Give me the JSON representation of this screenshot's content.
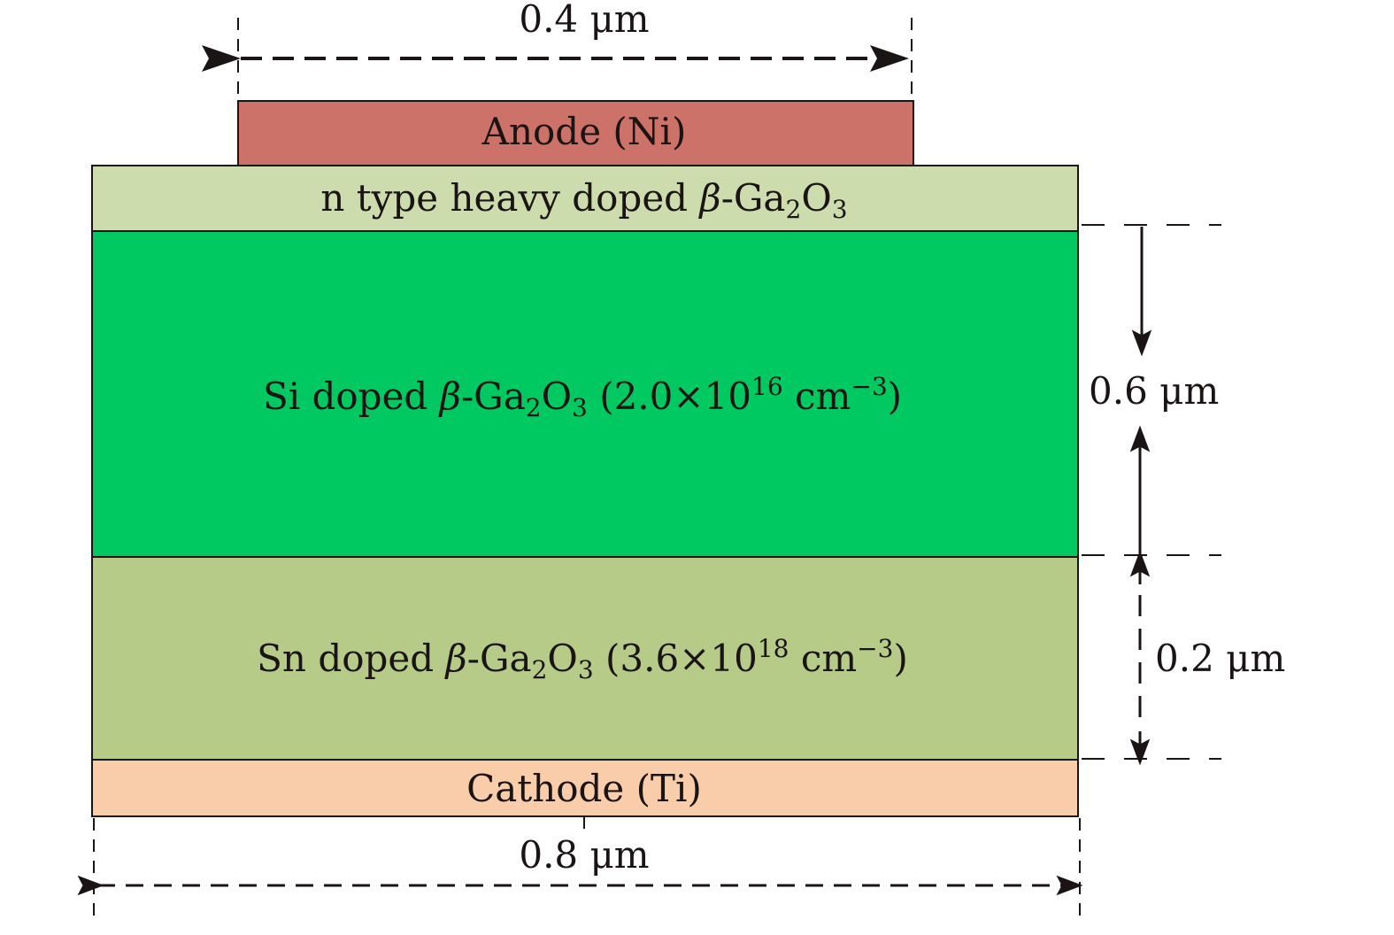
{
  "colors": {
    "anode": "#cd7268",
    "n_heavy": "#cddcad",
    "si_layer": "#00c962",
    "sn_layer": "#b7cb89",
    "cathode": "#f9cda9",
    "line": "#1a1414"
  },
  "layers": {
    "anode": {
      "label": "Anode (Ni)"
    },
    "n_heavy": {
      "pre": "n type heavy doped ",
      "beta": "β",
      "ga": "-Ga",
      "s1": "2",
      "o": "O",
      "s2": "3"
    },
    "si": {
      "pre": "Si doped ",
      "beta": "β",
      "ga": "-Ga",
      "s1": "2",
      "o": "O",
      "s2": "3",
      "conc": " (2.0×10",
      "exp": "16",
      "unit": " cm",
      "uexp": "−3",
      "close": ")"
    },
    "sn": {
      "pre": "Sn doped ",
      "beta": "β",
      "ga": "-Ga",
      "s1": "2",
      "o": "O",
      "s2": "3",
      "conc": " (3.6×10",
      "exp": "18",
      "unit": " cm",
      "uexp": "−3",
      "close": ")"
    },
    "cathode": {
      "label": "Cathode (Ti)"
    }
  },
  "dimensions": {
    "anode_width": "0.4 μm",
    "device_width": "0.8 μm",
    "si_thickness": "0.6 μm",
    "sn_thickness": "0.2 μm"
  }
}
